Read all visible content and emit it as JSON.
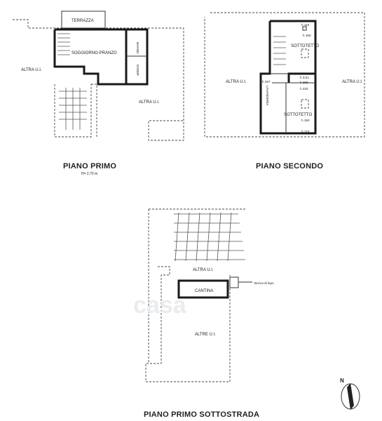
{
  "piano_primo": {
    "title": "PIANO PRIMO",
    "height_note": "H= 2,70 m",
    "rooms": {
      "terrazza": "TERRAZZA",
      "soggiorno": "SOGGIORNO-PRANZO",
      "bagno": "BAGNO",
      "disimp": "DISIMP",
      "altra_left": "ALTRA U.I.",
      "altra_right": "ALTRA U.I."
    }
  },
  "piano_secondo": {
    "title": "PIANO SECONDO",
    "rooms": {
      "sottotetto_top": "SOTTOTETTO",
      "sottotetto_bottom": "SOTTOTETTO",
      "lavanderia": "LAVANDERIA",
      "altra_left": "ALTRA U.I.",
      "altra_right": "ALTRA U.I."
    },
    "heights": [
      "h 110",
      "h 150",
      "h 3,01",
      "h 297",
      "h 298",
      "h 232",
      "h 150",
      "h 110"
    ]
  },
  "piano_sottostrada": {
    "title": "PIANO PRIMO SOTTOSTRADA",
    "rooms": {
      "altra_top": "ALTRA U.I.",
      "cantina": "CANTINA",
      "altre": "ALTRE U.I."
    },
    "callout": "Bocca di lupo"
  },
  "watermark": "casa",
  "compass": "N",
  "colors": {
    "line": "#1a1a1a",
    "watermark": "#e9ecef"
  }
}
